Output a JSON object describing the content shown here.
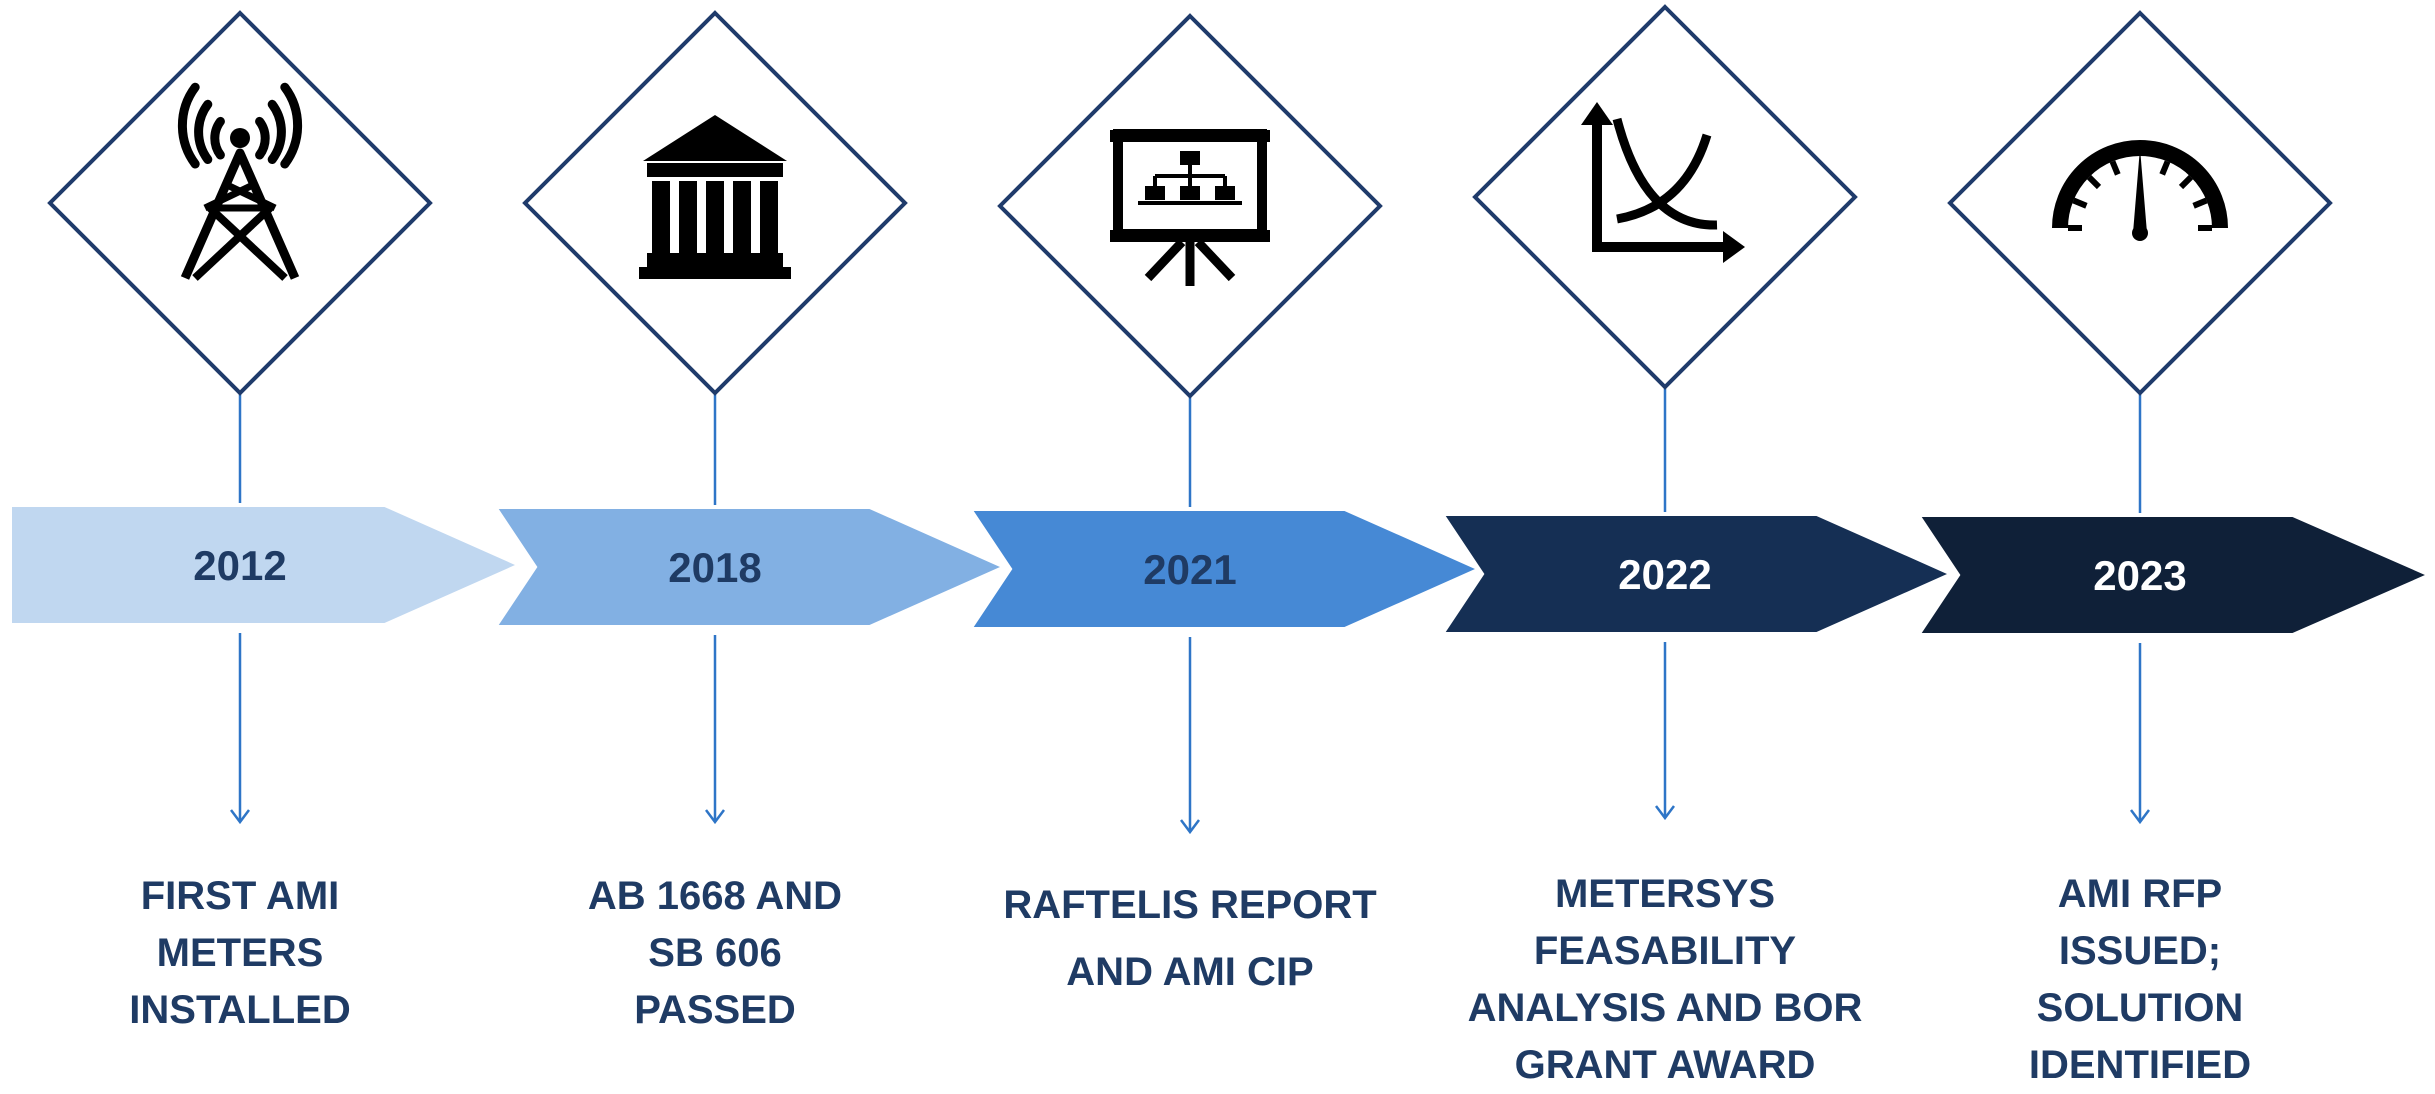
{
  "colors": {
    "diamond_stroke": "#1f3b6b",
    "connector": "#2e75c7",
    "label_text": "#1f3b64",
    "icon_fill": "#000000"
  },
  "milestones": [
    {
      "year": "2012",
      "icon": "radio-tower-icon",
      "arrow_color": "#c0d7f0",
      "year_color": "#1f3b64",
      "description_lines": [
        "FIRST AMI",
        "METERS",
        "INSTALLED"
      ]
    },
    {
      "year": "2018",
      "icon": "government-building-icon",
      "arrow_color": "#82b0e3",
      "year_color": "#1f3b64",
      "description_lines": [
        "AB 1668 AND",
        "SB 606",
        "PASSED"
      ]
    },
    {
      "year": "2021",
      "icon": "presentation-org-chart-icon",
      "arrow_color": "#4689d5",
      "year_color": "#1f3b64",
      "description_lines": [
        "RAFTELIS REPORT",
        "AND AMI CIP"
      ]
    },
    {
      "year": "2022",
      "icon": "crossing-curves-chart-icon",
      "arrow_color": "#152f54",
      "year_color": "#ffffff",
      "description_lines": [
        "METERSYS",
        "FEASABILITY",
        "ANALYSIS AND BOR",
        "GRANT AWARD"
      ]
    },
    {
      "year": "2023",
      "icon": "gauge-meter-icon",
      "arrow_color": "#0f2038",
      "year_color": "#ffffff",
      "description_lines": [
        "AMI RFP",
        "ISSUED;",
        "SOLUTION",
        "IDENTIFIED"
      ]
    }
  ]
}
